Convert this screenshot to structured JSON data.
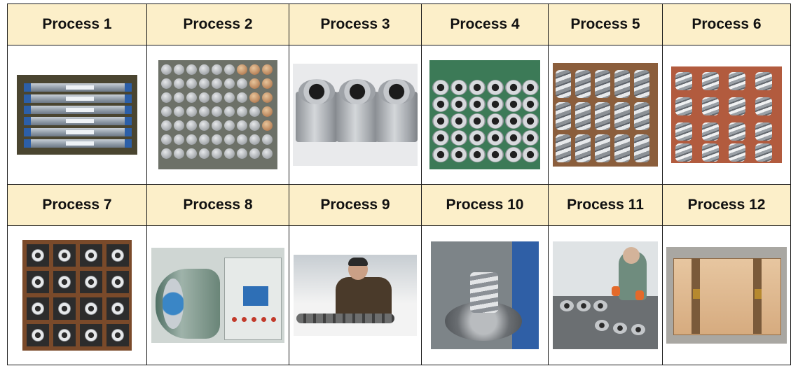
{
  "rows": [
    {
      "headers": [
        "Process 1",
        "Process 2",
        "Process 3",
        "Process 4",
        "Process 5",
        "Process 6"
      ]
    },
    {
      "headers": [
        "Process 7",
        "Process 8",
        "Process 9",
        "Process 10",
        "Process 11",
        "Process 12"
      ]
    }
  ]
}
